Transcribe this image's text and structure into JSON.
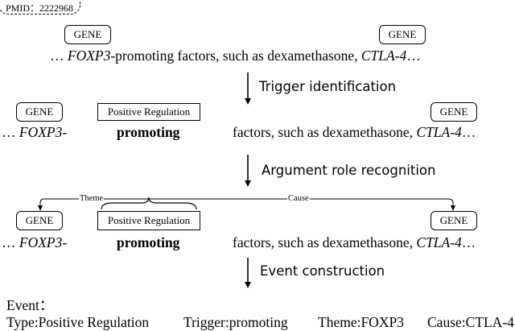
{
  "pmid": "PMID：2222968",
  "entity_label": "GENE",
  "trigger_type": "Positive Regulation",
  "row1": {
    "ellipsis_start": "…",
    "foxp3": "FOXP3",
    "middle": "-promoting factors, such as dexamethasone,",
    "ctla4": "CTLA-4",
    "ellipsis_end": "…"
  },
  "row2": {
    "left": "… ",
    "foxp3": "FOXP3",
    "dash": "-",
    "trigger": "promoting",
    "right": "factors, such as dexamethasone,",
    "ctla4": "CTLA-4",
    "ellipsis_end": "…"
  },
  "steps": [
    "Trigger identification",
    "Argument role recognition",
    "Event construction"
  ],
  "roles": {
    "theme": "Theme",
    "cause": "Cause"
  },
  "event": {
    "title": "Event：",
    "type": "Type:Positive Regulation",
    "trigger": "Trigger:promoting",
    "theme": "Theme:FOXP3",
    "cause": "Cause:CTLA-4"
  }
}
